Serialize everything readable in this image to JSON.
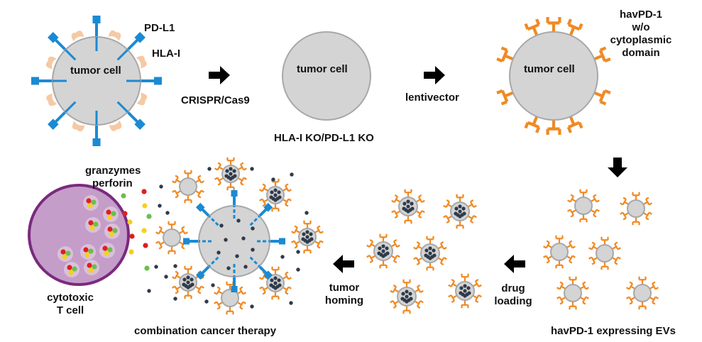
{
  "labels": {
    "tumor_cell_1": "tumor cell",
    "tumor_cell_2": "tumor cell",
    "tumor_cell_3": "tumor cell",
    "pdl1": "PD-L1",
    "hla": "HLA-I",
    "crispr": "CRISPR/Cas9",
    "ko": "HLA-I KO/PD-L1 KO",
    "lentivector": "lentivector",
    "havpd1_1": "havPD-1",
    "havpd1_2": "w/o",
    "havpd1_3": "cytoplasmic",
    "havpd1_4": "domain",
    "evs": "havPD-1 expressing EVs",
    "drug_1": "drug",
    "drug_2": "loading",
    "homing_1": "tumor",
    "homing_2": "homing",
    "granzymes": "granzymes",
    "perforin": "perforin",
    "ctl_1": "cytotoxic",
    "ctl_2": "T cell",
    "therapy": "combination cancer therapy"
  },
  "colors": {
    "cell_fill": "#d4d4d4",
    "cell_stroke": "#a8a8a8",
    "pdl1_blue": "#1a8ad4",
    "hla_peach": "#f5c9a4",
    "havpd1_orange": "#f08a24",
    "drug_dot": "#2f3a4a",
    "tcell_fill": "#c59dc9",
    "tcell_stroke": "#7a2a7e",
    "granule_red": "#e01e1e",
    "granule_yellow": "#f2d21e",
    "granule_green": "#6cbf4a",
    "arrow": "#000000"
  },
  "icons": [
    "right-arrow-icon",
    "down-arrow-icon",
    "left-arrow-icon"
  ]
}
